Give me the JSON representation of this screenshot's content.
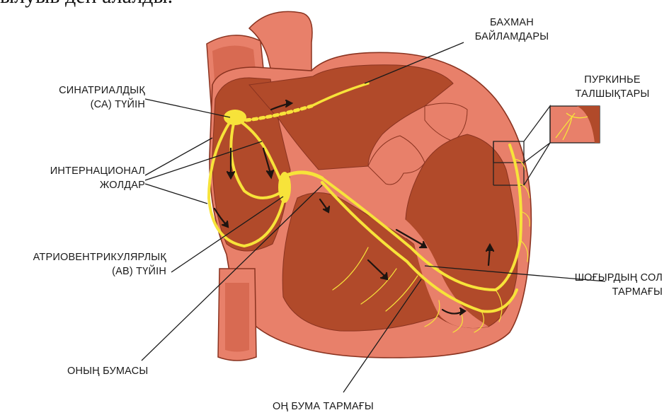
{
  "top_fragment": "ылуыв ден алалды.",
  "labels": {
    "bachmann_line1": "БАХМАН",
    "bachmann_line2": "БАЙЛАМДАРЫ",
    "purkinje_line1": "ПУРКИНЬЕ",
    "purkinje_line2": "ТАЛШЫҚТАРЫ",
    "sa_line1": "СИНАТРИАЛДЫҚ",
    "sa_line2": "(СА) ТҮЙІН",
    "internodal_line1": "ИНТЕРНАЦИОНАЛ",
    "internodal_line2": "ЖОЛДАР",
    "av_line1": "АТРИОВЕНТРИКУЛЯРЛЫҚ",
    "av_line2": "(АВ) ТҮЙІН",
    "left_bundle_line1": "ШОҒЫРДЫҢ СОЛ",
    "left_bundle_line2": "ТАРМАҒЫ",
    "his_bundle": "ОНЫҢ БУМАСЫ",
    "right_bundle": "ОҢ БУМА ТАРМАҒЫ"
  },
  "colors": {
    "wall": "#e8806a",
    "chamber": "#b14a2a",
    "conduction": "#f7e33a",
    "outline": "#8a3320",
    "arrow": "#1e1410",
    "leader_line": "#1a1a1a"
  }
}
